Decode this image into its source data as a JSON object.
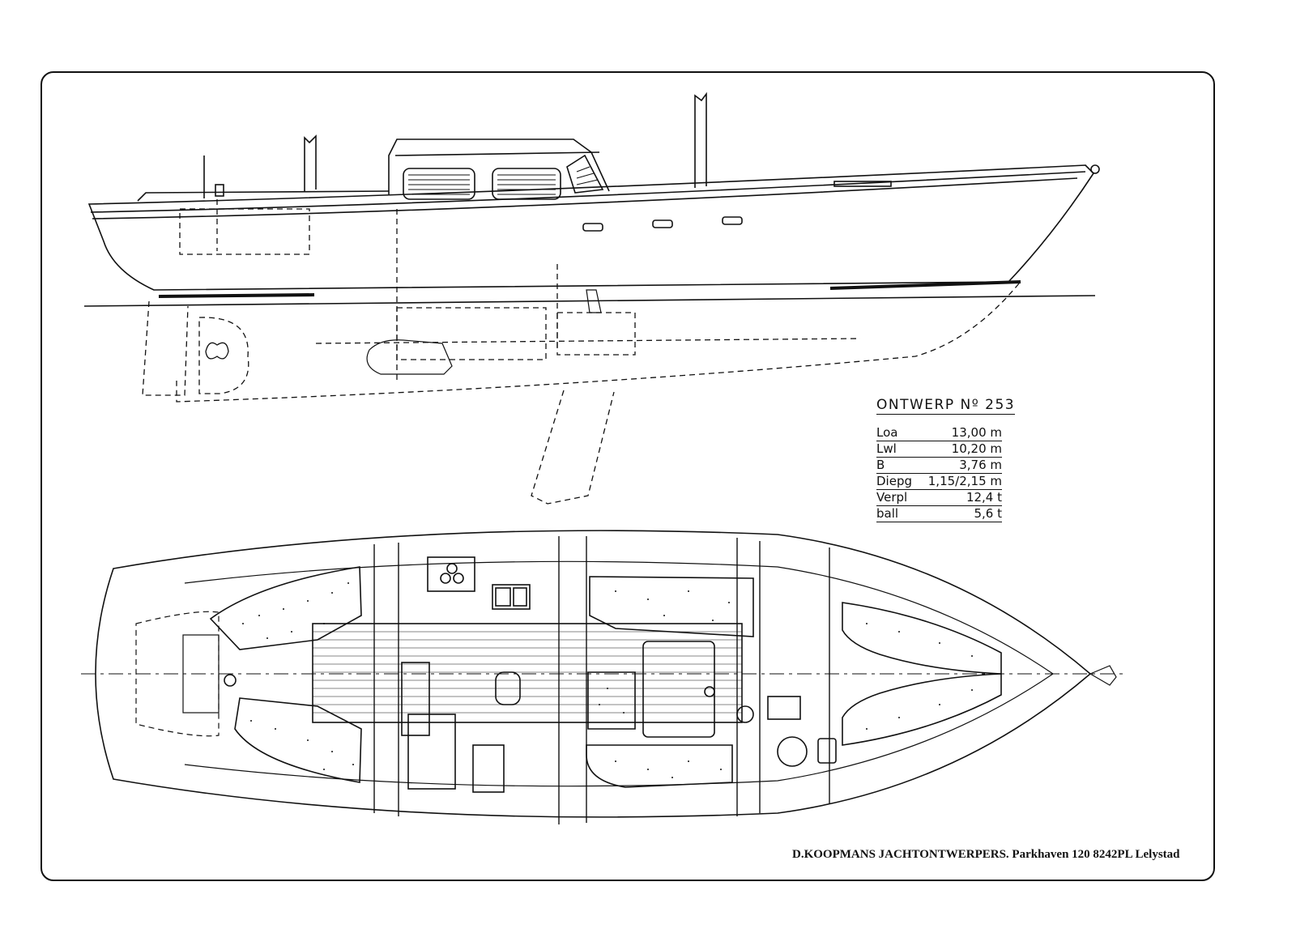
{
  "design_title": "ONTWERP Nº 253",
  "specs": [
    {
      "label": "Loa",
      "value": "13,00 m"
    },
    {
      "label": "Lwl",
      "value": "10,20 m"
    },
    {
      "label": "B",
      "value": "3,76 m"
    },
    {
      "label": "Diepg",
      "value": "1,15/2,15 m"
    },
    {
      "label": "Verpl",
      "value": "12,4 t"
    },
    {
      "label": "ball",
      "value": "5,6 t"
    }
  ],
  "footer": "D.KOOPMANS JACHTONTWERPERS. Parkhaven 120 8242PL Lelystad",
  "colors": {
    "ink": "#111111",
    "paper": "#ffffff"
  }
}
